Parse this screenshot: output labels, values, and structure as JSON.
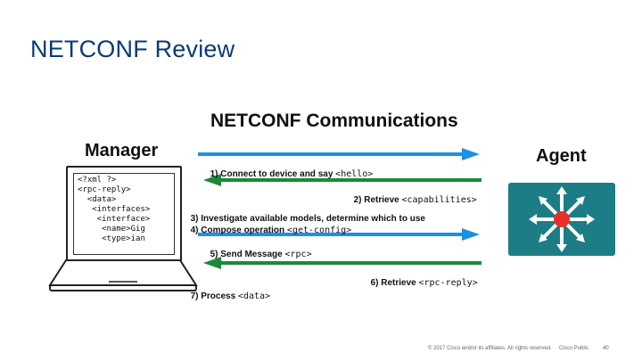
{
  "slide": {
    "title": "NETCONF Review"
  },
  "diagram": {
    "title": "NETCONF Communications",
    "manager_label": "Manager",
    "agent_label": "Agent",
    "code_lines": [
      "<?xml ?>",
      "<rpc-reply>",
      "  <data>",
      "   <interfaces>",
      "    <interface>",
      "     <name>Gig",
      "     <type>ian"
    ],
    "steps": {
      "s1_text": "1) Connect to device and say ",
      "s1_code": "<hello>",
      "s2_text": "2) Retrieve ",
      "s2_code": "<capabilities>",
      "s3_text": "3) Investigate available models, determine which to use",
      "s4_text": "4) Compose operation ",
      "s4_code": "<get-config>",
      "s5_text": "5) Send Message ",
      "s5_code": "<rpc>",
      "s6_text": "6) Retrieve ",
      "s6_code": "<rpc-reply>",
      "s7_text": "7) Process ",
      "s7_code": "<data>"
    },
    "colors": {
      "request_arrow": "#1e90e0",
      "response_arrow": "#1a8a3a",
      "agent_box": "#1d7d86",
      "router_center": "#e8302a"
    },
    "router_icon": "network-switch-icon"
  },
  "footer": {
    "copyright": "© 2017 Cisco and/or its affiliates. All rights reserved.",
    "classification": "Cisco Public",
    "page_number": "40"
  }
}
